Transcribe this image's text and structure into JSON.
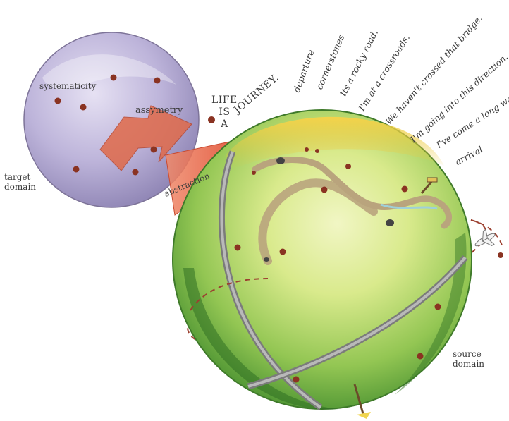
{
  "labels": {
    "target_domain": [
      "target",
      "domain"
    ],
    "source_domain": [
      "source",
      "domain"
    ],
    "systematicity": "systematicity",
    "assymetry": "assymetry",
    "abstraction": "abstraction"
  },
  "title": [
    "LIFE",
    "IS",
    "A",
    "JOURNEY."
  ],
  "expressions": [
    "departure",
    "cornerstones",
    "Its a rocky road.",
    "I'm at a crossroads.",
    "We haven't crossed that bridge.",
    "I'm going into this direction.",
    "I've come a long way.",
    "arrival"
  ],
  "colors": {
    "target_sphere": "#b7aed6",
    "source_sphere_light": "#e3ef9c",
    "source_sphere_dark": "#4f9a32",
    "arrow": "#e0603f",
    "dots": "#8a3322",
    "path": "#b9a47d",
    "text": "#3a3a3a"
  }
}
